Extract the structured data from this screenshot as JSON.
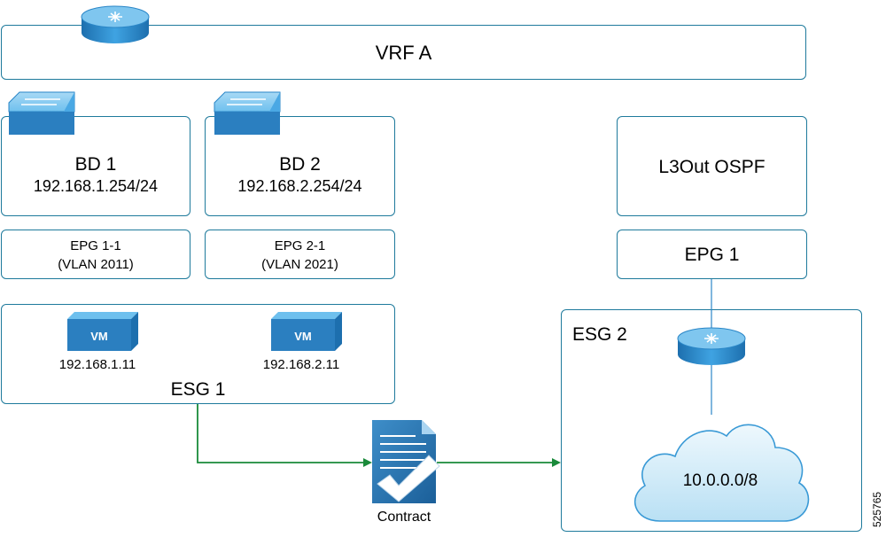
{
  "vrf": {
    "label": "VRF A"
  },
  "bd1": {
    "name": "BD 1",
    "subnet": "192.168.1.254/24"
  },
  "bd2": {
    "name": "BD 2",
    "subnet": "192.168.2.254/24"
  },
  "l3out": {
    "label": "L3Out OSPF"
  },
  "epg11": {
    "name": "EPG 1-1",
    "vlan": "(VLAN 2011)"
  },
  "epg21": {
    "name": "EPG 2-1",
    "vlan": "(VLAN 2021)"
  },
  "epg1": {
    "label": "EPG 1"
  },
  "esg1": {
    "label": "ESG 1",
    "vm1_ip": "192.168.1.11",
    "vm2_ip": "192.168.2.11",
    "vm_label": "VM"
  },
  "esg2": {
    "label": "ESG 2",
    "cloud_subnet": "10.0.0.0/8"
  },
  "contract": {
    "label": "Contract"
  },
  "figure_id": "525765",
  "colors": {
    "border": "#1e7a9c",
    "arrow": "#1a8a3a",
    "device_blue": "#2e8fd0"
  }
}
